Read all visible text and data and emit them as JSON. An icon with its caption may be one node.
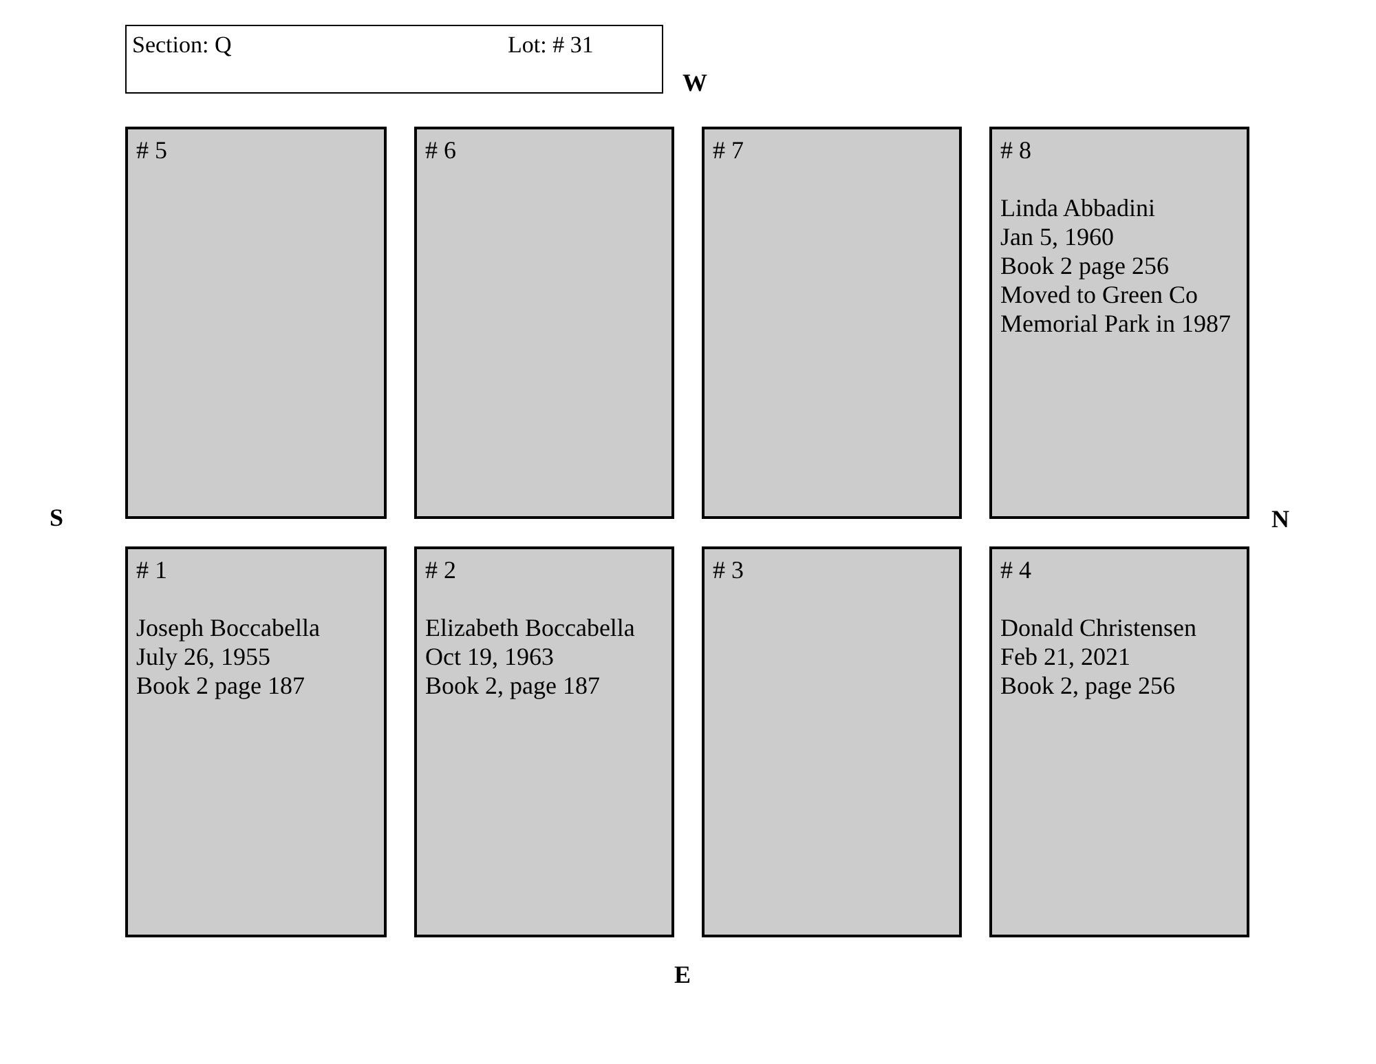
{
  "diagram": {
    "nodes": [
      {
        "text": [
          "Section:  Q",
          "Lot: # 31"
        ]
      },
      {
        "text": [
          "# 5"
        ]
      },
      {
        "text": [
          "# 6"
        ]
      },
      {
        "text": [
          "# 7"
        ]
      },
      {
        "text": [
          "# 8",
          "Linda Abbadini",
          "Jan 5, 1960",
          "Book 2 page 256",
          "Moved to Green Co Memorial Park in 1987"
        ]
      },
      {
        "text": [
          "# 1",
          "Joseph Boccabella",
          "July 26, 1955",
          "Book 2 page 187"
        ]
      },
      {
        "text": [
          "# 2",
          "Elizabeth Boccabella",
          "Oct 19, 1963",
          "Book 2, page 187"
        ]
      },
      {
        "text": [
          "# 3"
        ]
      },
      {
        "text": [
          "# 4",
          "Donald Christensen",
          "Feb 21, 2021",
          "Book 2, page 256"
        ]
      }
    ],
    "edges": [],
    "labels": [
      "W",
      "S",
      "N",
      "E"
    ]
  }
}
